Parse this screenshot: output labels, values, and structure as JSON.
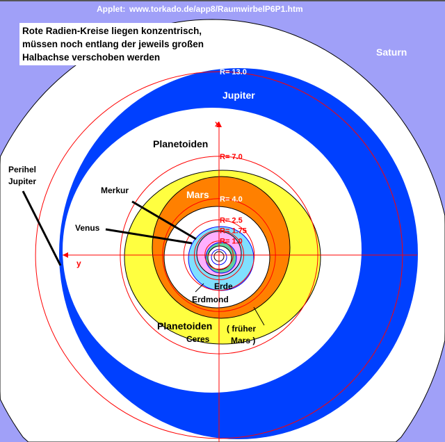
{
  "header": {
    "applet_label": "Applet:",
    "url": "www.torkado.de/app8/RaumwirbelP6P1.htm"
  },
  "note_lines": [
    "Rote Radien-Kreise liegen konzentrisch,",
    "müssen noch entlang der jeweils großen",
    "Halbachse verschoben werden"
  ],
  "labels": {
    "saturn": "Saturn",
    "jupiter": "Jupiter",
    "planetoiden_top": "Planetoiden",
    "perihel": "Perihel",
    "perihel2": "Jupiter",
    "merkur": "Merkur",
    "venus": "Venus",
    "mars": "Mars",
    "erde": "Erde",
    "erdmond": "Erdmond",
    "planetoiden_bottom": "Planetoiden",
    "ceres": "Ceres",
    "frueher": "( früher",
    "frueher_mars": "Mars )",
    "axis_x": "x",
    "axis_y": "y"
  },
  "radii": [
    {
      "label": "R= 13.0",
      "value": 13.0
    },
    {
      "label": "R= 7.0",
      "value": 7.0
    },
    {
      "label": "R= 4.0",
      "value": 4.0
    },
    {
      "label": "R= 2.5",
      "value": 2.5
    },
    {
      "label": "R= 1.75",
      "value": 1.75
    },
    {
      "label": "R= 1.0",
      "value": 1.0
    }
  ],
  "colors": {
    "saturn": "#a0a0f8",
    "jupiter": "#0040ff",
    "planetoiden": "#ffff40",
    "mars": "#ff8000",
    "erde": "#80e0ff",
    "venus": "#ffb0ff",
    "merkur": "#60d0a0",
    "radius": "#ff0000"
  }
}
